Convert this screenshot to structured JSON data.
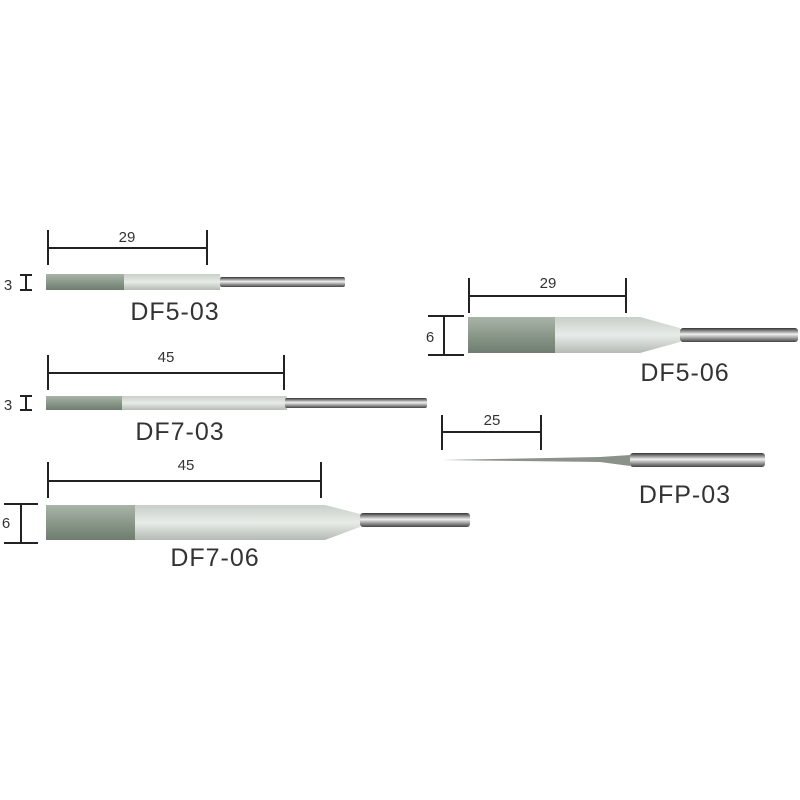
{
  "files": [
    {
      "model": "DF5-03",
      "length_label": "29",
      "width_label": "3"
    },
    {
      "model": "DF7-03",
      "length_label": "45",
      "width_label": "3"
    },
    {
      "model": "DF7-06",
      "length_label": "45",
      "width_label": "6"
    },
    {
      "model": "DF5-06",
      "length_label": "29",
      "width_label": "6"
    },
    {
      "model": "DFP-03",
      "length_label": "25"
    }
  ],
  "colors": {
    "diamond_coating": "#8c9a8c",
    "body": "#d8dcd8",
    "shank": "#6e6e6e",
    "dimension_line": "#222222"
  }
}
